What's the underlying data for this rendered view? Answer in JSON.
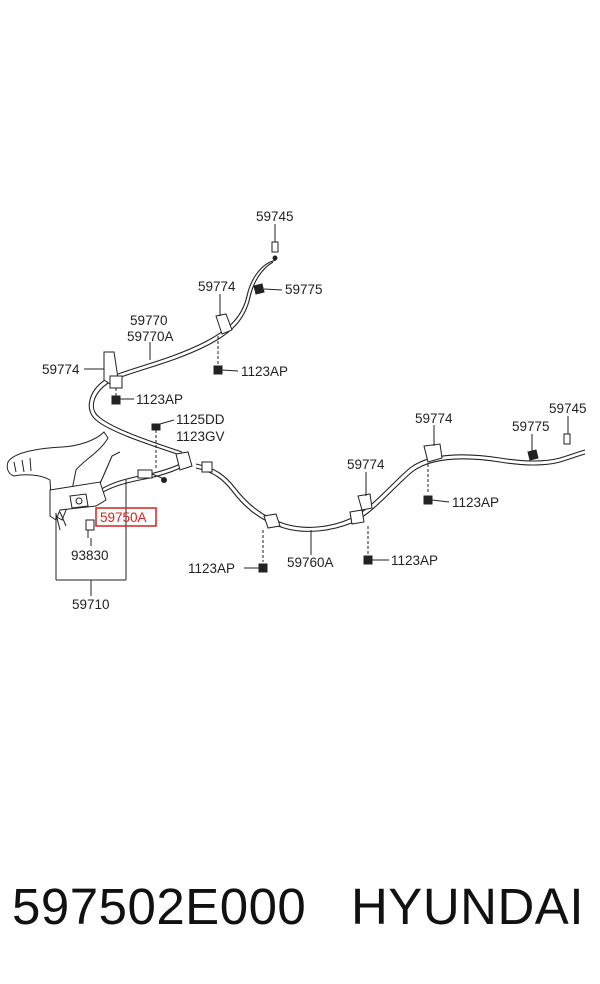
{
  "labels": {
    "p59745_a": "59745",
    "p59774_a": "59774",
    "p59775_a": "59775",
    "p59770": "59770",
    "p59770A": "59770A",
    "p59774_b": "59774",
    "p1123AP_a": "1123AP",
    "p1123AP_b": "1123AP",
    "p1125DD": "1125DD",
    "p1123GV": "1123GV",
    "p59750A": "59750A",
    "p93830": "93830",
    "p59710": "59710",
    "p1123AP_c": "1123AP",
    "p59760A": "59760A",
    "p59774_c": "59774",
    "p1123AP_d": "1123AP",
    "p59774_d": "59774",
    "p1123AP_e": "1123AP",
    "p59775_b": "59775",
    "p59745_b": "59745"
  },
  "highlight_color": "#d22323",
  "caption": {
    "part_number": "597502E000",
    "brand": "HYUNDAI"
  }
}
